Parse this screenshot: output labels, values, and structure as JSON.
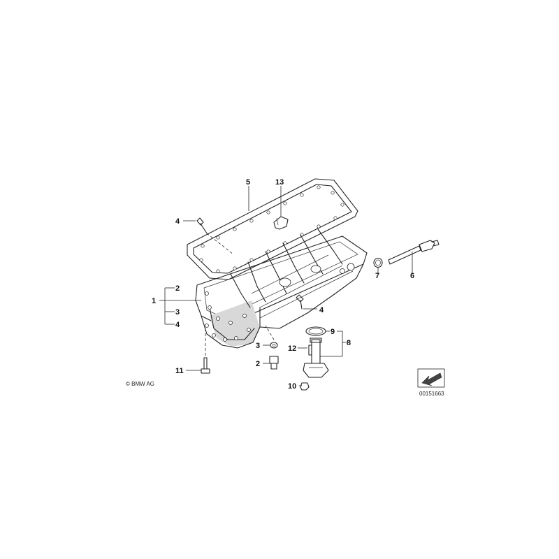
{
  "copyright": "© BMW AG",
  "diagram_number": "00151663",
  "callouts": {
    "c1": "1",
    "c2a": "2",
    "c3a": "3",
    "c4a": "4",
    "c2b": "2",
    "c3b": "3",
    "c4b": "4",
    "c4c": "4",
    "c5": "5",
    "c6": "6",
    "c7": "7",
    "c8": "8",
    "c9": "9",
    "c10": "10",
    "c11": "11",
    "c12": "12",
    "c13": "13"
  },
  "colors": {
    "line": "#222222",
    "background": "#ffffff",
    "shade": "#d8d8d8"
  }
}
